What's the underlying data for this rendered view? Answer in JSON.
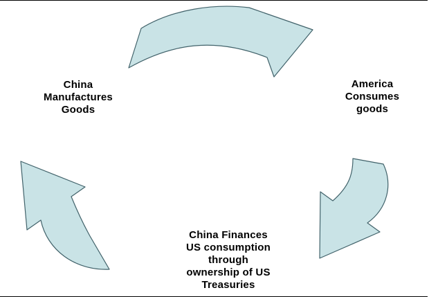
{
  "diagram": {
    "background_color": "#ffffff",
    "border_color": "#000000",
    "arrow_fill": "#c9e3e6",
    "arrow_stroke": "#41626a",
    "nodes": [
      {
        "id": "china",
        "lines": [
          "China",
          "Manufactures",
          "Goods"
        ]
      },
      {
        "id": "america",
        "lines": [
          "America",
          "Consumes",
          "goods"
        ]
      },
      {
        "id": "treasuries",
        "lines": [
          "China Finances",
          "US consumption",
          "through",
          "ownership of US",
          "Treasuries"
        ]
      }
    ],
    "arrows": [
      {
        "name": "top-arrow",
        "from": "china",
        "to": "america",
        "direction": "up-right"
      },
      {
        "name": "right-arrow",
        "from": "america",
        "to": "treasuries",
        "direction": "down-left"
      },
      {
        "name": "left-arrow",
        "from": "treasuries",
        "to": "china",
        "direction": "up-left"
      }
    ]
  }
}
